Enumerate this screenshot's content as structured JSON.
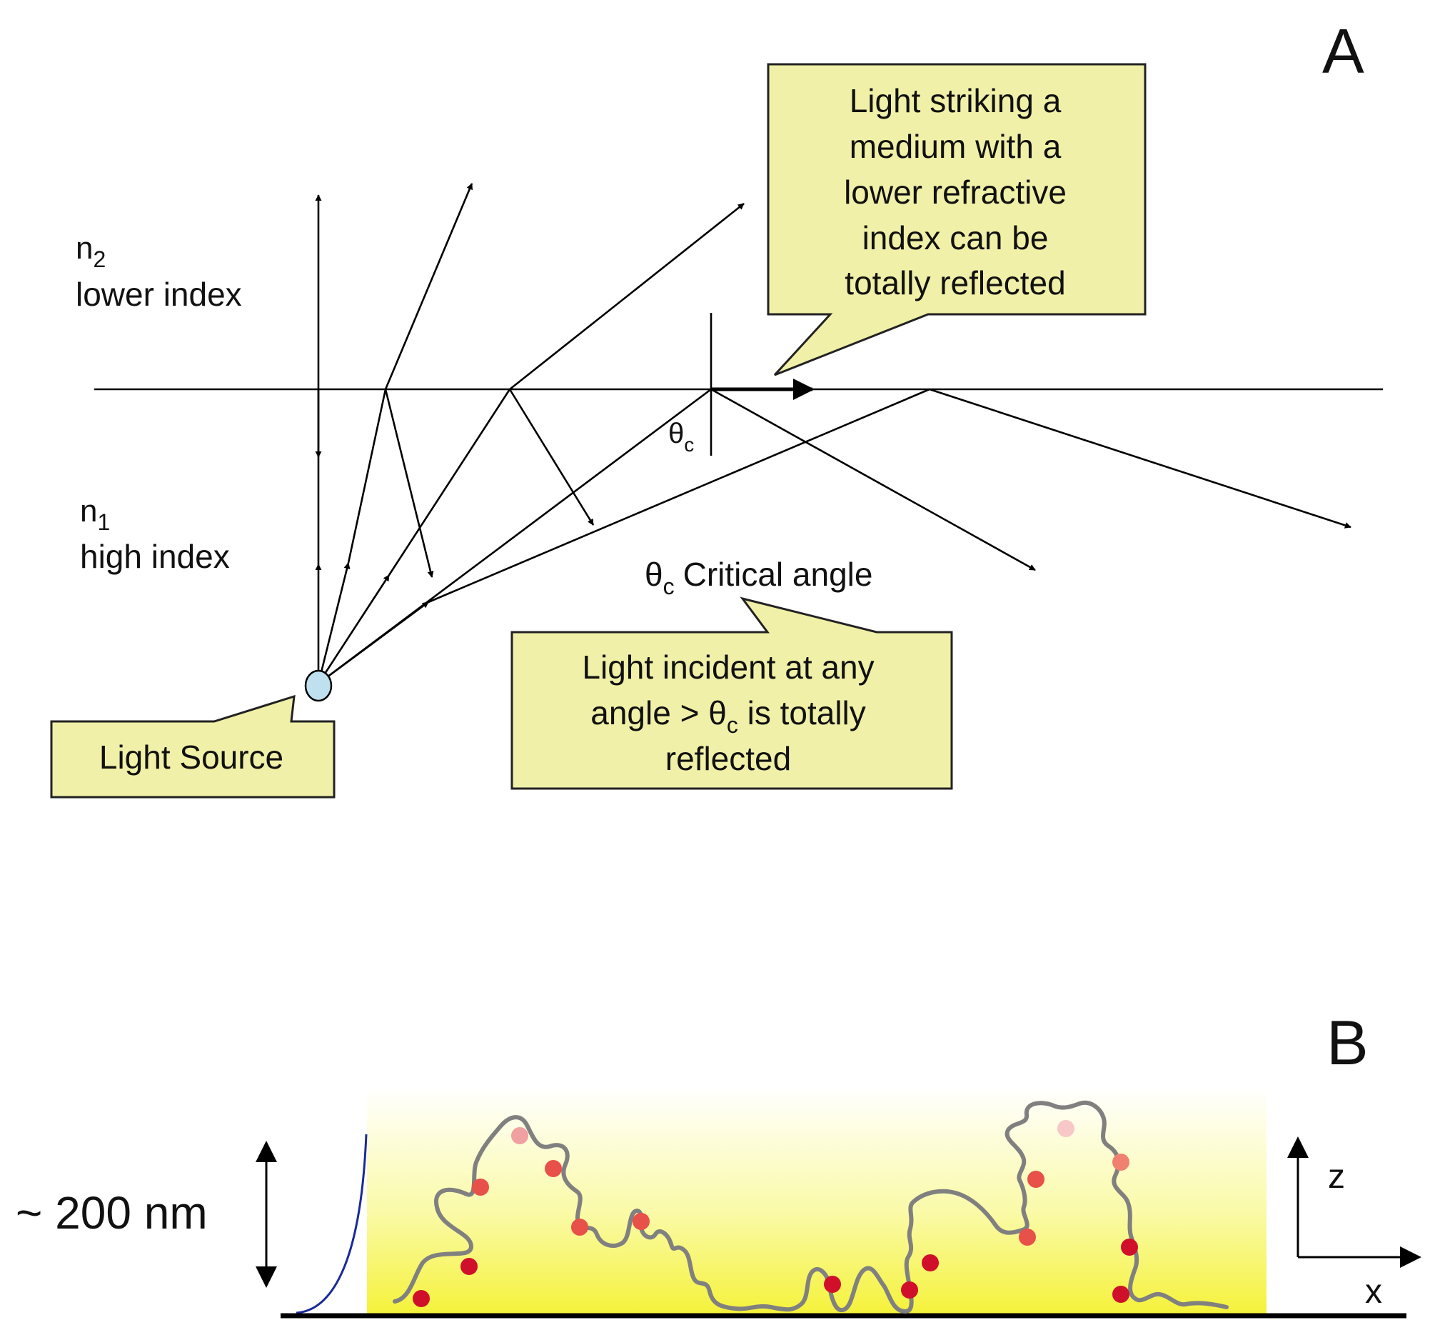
{
  "panel_a": {
    "letter": "A",
    "n2_symbol": "n",
    "n2_sub": "2",
    "n2_label": "lower index",
    "n1_symbol": "n",
    "n1_sub": "1",
    "n1_label": "high index",
    "theta_symbol": "θ",
    "theta_sub": "c",
    "critical_angle_label": "Critical angle",
    "callout_top": [
      "Light striking a",
      "medium with a",
      "lower refractive",
      "index can be",
      "totally reflected"
    ],
    "callout_source": "Light Source",
    "callout_incident": {
      "line1": "Light incident at any",
      "line2_pre": "angle > ",
      "line2_sym": "θ",
      "line2_sub": "c",
      "line2_post": " is totally",
      "line3": "reflected"
    },
    "colors": {
      "callout_fill": "#f0f0a8",
      "source_fill": "#bfe0ee"
    }
  },
  "panel_b": {
    "letter": "B",
    "depth_label": "~ 200 nm",
    "axis_z": "z",
    "axis_x": "x",
    "colors": {
      "evanescent_gradient_bottom": "#f5f23a",
      "evanescent_gradient_top": "#ffffff",
      "decay_curve": "#1a2a9a",
      "polymer": "#808080",
      "fluorophore_bright": "#d0102a",
      "fluorophore_mid": "#e8504a",
      "fluorophore_faint": "#f0a0a0"
    }
  }
}
